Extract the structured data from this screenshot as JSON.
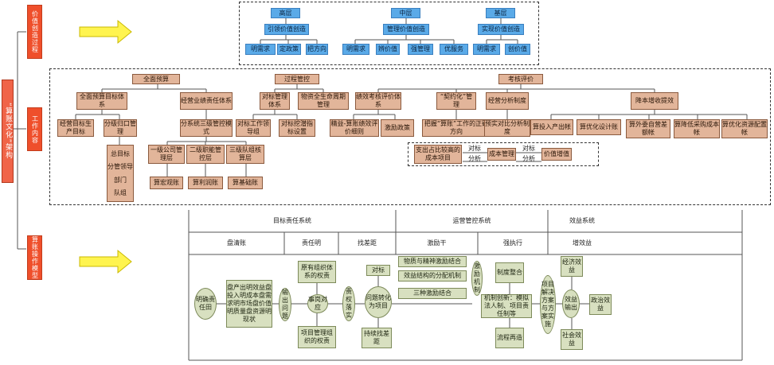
{
  "left": {
    "root": "“算账文化”架构",
    "value_process": "价值创造过程",
    "work_content": "工作内容",
    "operation_model": "算账操作模型"
  },
  "top": {
    "high": "高层",
    "mid": "中层",
    "base": "基层",
    "high_sub": "引领价值创造",
    "mid_sub": "管理价值创造",
    "base_sub": "实现价值创造",
    "leaves": [
      "明需求",
      "定政策",
      "把方向",
      "明需求",
      "辨价值",
      "强管理",
      "优服务",
      "明需求",
      "创价值"
    ]
  },
  "work": {
    "budget": "全面预算",
    "process": "过程管控",
    "eval": "考核评价",
    "budget_sys": "全面预算目标体系",
    "perf_sys": "经营业绩责任体系",
    "biz_target": "经营目标生产目标",
    "level_mgmt": "分级归口管理",
    "chain": [
      "总目标",
      "分管领导",
      "部门",
      "队组"
    ],
    "sub_model": "分系统三级管控模式",
    "l1": "一级公司管理层",
    "l2": "二级职能管控层",
    "l3": "三级队组核算层",
    "macro": "算宏观账",
    "profit": "算利润账",
    "basic": "算基础账",
    "bench_sys": "对标管理体系",
    "asset_life": "物资全生命周期管理",
    "bench_team": "对标工作领导组",
    "bench_index": "对标挖潜指标设置",
    "perf_eval": "绩效考核评价体系",
    "contract": "“契约化”管理",
    "biz_analysis": "经营分析制度",
    "cost_cut": "降本增收提效",
    "refined": "精益-算账绩效评价细则",
    "incentive": "激励政策",
    "direction": "把握“算账”工作的正确方向",
    "forecast": "预实对比分析制度",
    "cost_items": [
      "算投入产出帐",
      "算优化设计账",
      "算外委自营差额帐",
      "算降低采购成本帐",
      "算优化资源配置帐"
    ],
    "ratio": "支出占比较高的成本项目",
    "cost_mgmt": "成本管理",
    "value_add": "价值增值",
    "bench_lbl": "对标",
    "analysis_lbl": "分析"
  },
  "op": {
    "target_sys": "目标责任系统",
    "ops_sys": "运营管控系统",
    "benefit_sys": "效益系统",
    "clear": "盘清账",
    "duty": "责任明",
    "gap": "找差距",
    "motivate": "激励干",
    "strong": "强执行",
    "benefit": "增效益",
    "oval1": "明确责任田",
    "five": "盘产出明效益盘投入明成本盘需求明市场盘价值明质量盘资源明现状",
    "output_q": "输出问题",
    "org": "原有组织体系的权责",
    "match": "事岗对应",
    "proj": "项目管理组织的权责",
    "landing": "责权落实",
    "bench": "对标",
    "convert": "问题转化为项目",
    "persist": "持续找差距",
    "m1": "物质与精神激励结合",
    "m2": "效益结构的分配机制",
    "m3": "三种激励结合",
    "mech": "激励机制",
    "sys_int": "制度整合",
    "innov": "机制创新：模拟法人制、项目责任制等",
    "reengineer": "流程再造",
    "solution": "项目解决方案与方案实施",
    "econ": "经济效益",
    "benefit_out": "效益输出",
    "politics": "政治效益",
    "social": "社会效益"
  }
}
